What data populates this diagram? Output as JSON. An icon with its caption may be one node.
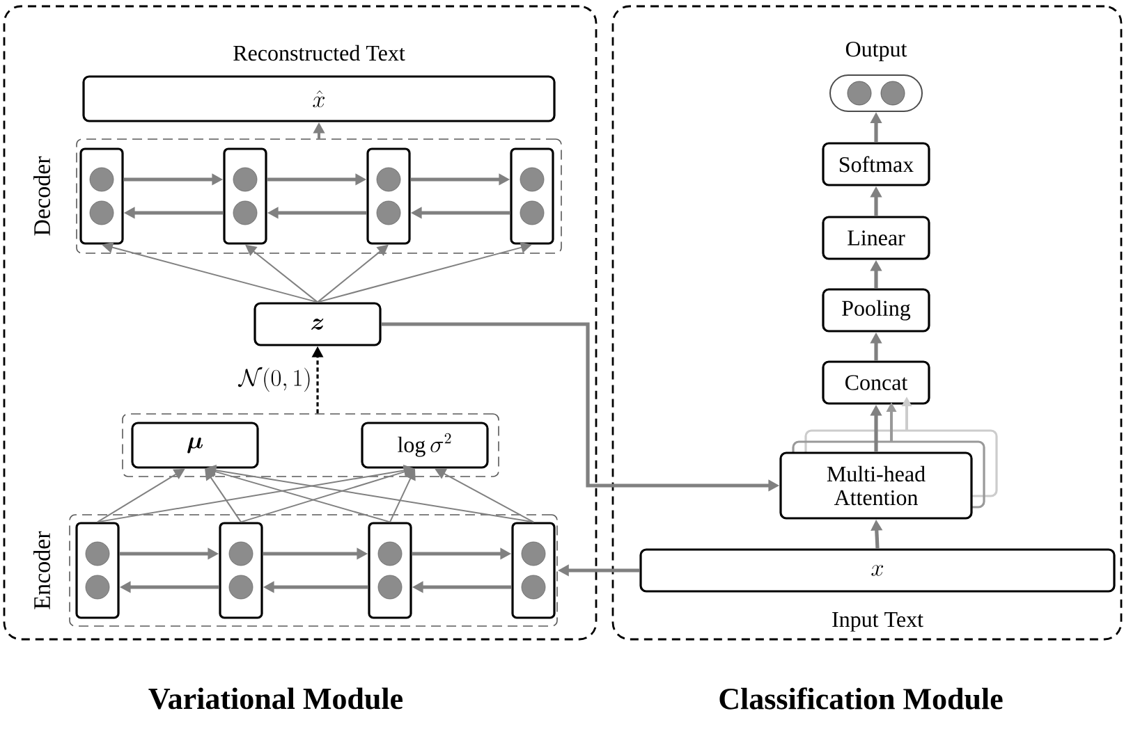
{
  "diagram": {
    "nodes": [
      {
        "text": [
          "Variational Module"
        ]
      },
      {
        "text": [
          "Classification Module"
        ]
      },
      {
        "text": [
          "Decoder"
        ],
        "in": 0
      },
      {
        "text": [],
        "shape": "box",
        "in": 2
      },
      {
        "text": [],
        "shape": "box",
        "in": 2
      },
      {
        "text": [],
        "shape": "box",
        "in": 2
      },
      {
        "text": [],
        "shape": "box",
        "in": 2
      },
      {
        "text": [
          "Reconstructed Text",
          "\\hat{x}"
        ],
        "in": 0
      },
      {
        "text": [
          "\\boldsymbol{z}"
        ],
        "in": 0
      },
      {
        "text": [],
        "shape": "box",
        "in": 0
      },
      {
        "text": [
          "\\boldsymbol{\\mu}"
        ],
        "in": 9
      },
      {
        "text": [
          "\\log \\sigma^{2}"
        ],
        "in": 9
      },
      {
        "text": [
          "Encoder"
        ],
        "in": 0
      },
      {
        "text": [],
        "shape": "box",
        "in": 12
      },
      {
        "text": [],
        "shape": "box",
        "in": 12
      },
      {
        "text": [],
        "shape": "box",
        "in": 12
      },
      {
        "text": [],
        "shape": "box",
        "in": 12
      },
      {
        "text": [
          "Output"
        ],
        "in": 1
      },
      {
        "text": [
          "Softmax"
        ],
        "in": 1
      },
      {
        "text": [
          "Linear"
        ],
        "in": 1
      },
      {
        "text": [
          "Pooling"
        ],
        "in": 1
      },
      {
        "text": [
          "Concat"
        ],
        "in": 1
      },
      {
        "text": [
          "Multi-head Attention"
        ],
        "in": 1
      },
      {
        "text": [
          "x",
          "Input Text"
        ],
        "in": 1
      }
    ],
    "edges": [
      {
        "from": 3,
        "to": 4,
        "arrow": "to"
      },
      {
        "from": 4,
        "to": 3,
        "arrow": "to"
      },
      {
        "from": 4,
        "to": 5,
        "arrow": "to"
      },
      {
        "from": 5,
        "to": 4,
        "arrow": "to"
      },
      {
        "from": 5,
        "to": 6,
        "arrow": "to"
      },
      {
        "from": 6,
        "to": 5,
        "arrow": "to"
      },
      {
        "from": 2,
        "to": 7,
        "arrow": "to"
      },
      {
        "from": 8,
        "to": 3,
        "arrow": "to"
      },
      {
        "from": 8,
        "to": 4,
        "arrow": "to"
      },
      {
        "from": 8,
        "to": 5,
        "arrow": "to"
      },
      {
        "from": 8,
        "to": 6,
        "arrow": "to"
      },
      {
        "from": 9,
        "to": 8,
        "arrow": "to",
        "style": "dashed",
        "color": "#000000",
        "label": "\\mathcal{N}(0, 1)"
      },
      {
        "from": 13,
        "to": 10,
        "arrow": "to"
      },
      {
        "from": 13,
        "to": 11,
        "arrow": "to"
      },
      {
        "from": 14,
        "to": 10,
        "arrow": "to"
      },
      {
        "from": 14,
        "to": 11,
        "arrow": "to"
      },
      {
        "from": 15,
        "to": 10,
        "arrow": "to"
      },
      {
        "from": 15,
        "to": 11,
        "arrow": "to"
      },
      {
        "from": 16,
        "to": 10,
        "arrow": "to"
      },
      {
        "from": 16,
        "to": 11,
        "arrow": "to"
      },
      {
        "from": 13,
        "to": 14,
        "arrow": "to"
      },
      {
        "from": 14,
        "to": 13,
        "arrow": "to"
      },
      {
        "from": 14,
        "to": 15,
        "arrow": "to"
      },
      {
        "from": 15,
        "to": 14,
        "arrow": "to"
      },
      {
        "from": 15,
        "to": 16,
        "arrow": "to"
      },
      {
        "from": 16,
        "to": 15,
        "arrow": "to"
      },
      {
        "from": 23,
        "to": 12,
        "arrow": "to"
      },
      {
        "from": 8,
        "to": 22,
        "arrow": "to"
      },
      {
        "from": 23,
        "to": 22,
        "arrow": "to"
      },
      {
        "from": 22,
        "to": 21,
        "arrow": "to"
      },
      {
        "from": 21,
        "to": 20,
        "arrow": "to"
      },
      {
        "from": 20,
        "to": 19,
        "arrow": "to"
      },
      {
        "from": 19,
        "to": 18,
        "arrow": "to"
      },
      {
        "from": 18,
        "to": 17,
        "arrow": "to"
      }
    ]
  }
}
